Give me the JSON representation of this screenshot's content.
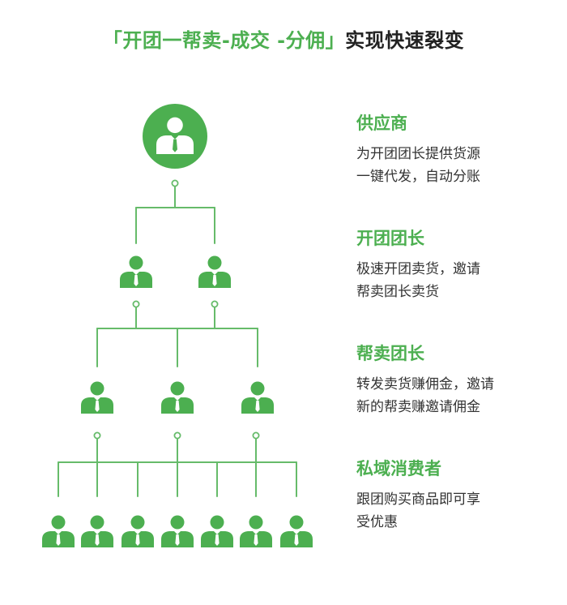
{
  "title": {
    "highlight": "「开团一帮卖-成交 -分佣」",
    "rest": "实现快速裂变"
  },
  "colors": {
    "accent": "#4caf50",
    "line": "#66bb6a",
    "text": "#333333"
  },
  "roles": [
    {
      "name": "供应商",
      "desc_line1": "为开团团长提供货源",
      "desc_line2": "一键代发，自动分账"
    },
    {
      "name": "开团团长",
      "desc_line1": "极速开团卖货，邀请",
      "desc_line2": "帮卖团长卖货"
    },
    {
      "name": "帮卖团长",
      "desc_line1": "转发卖货赚佣金，邀请",
      "desc_line2": "新的帮卖赚邀请佣金"
    },
    {
      "name": "私域消费者",
      "desc_line1": "跟团购买商品即可享",
      "desc_line2": "受优惠"
    }
  ],
  "tree": {
    "root_icon": "person-icon",
    "level_counts": [
      2,
      3,
      7
    ]
  }
}
